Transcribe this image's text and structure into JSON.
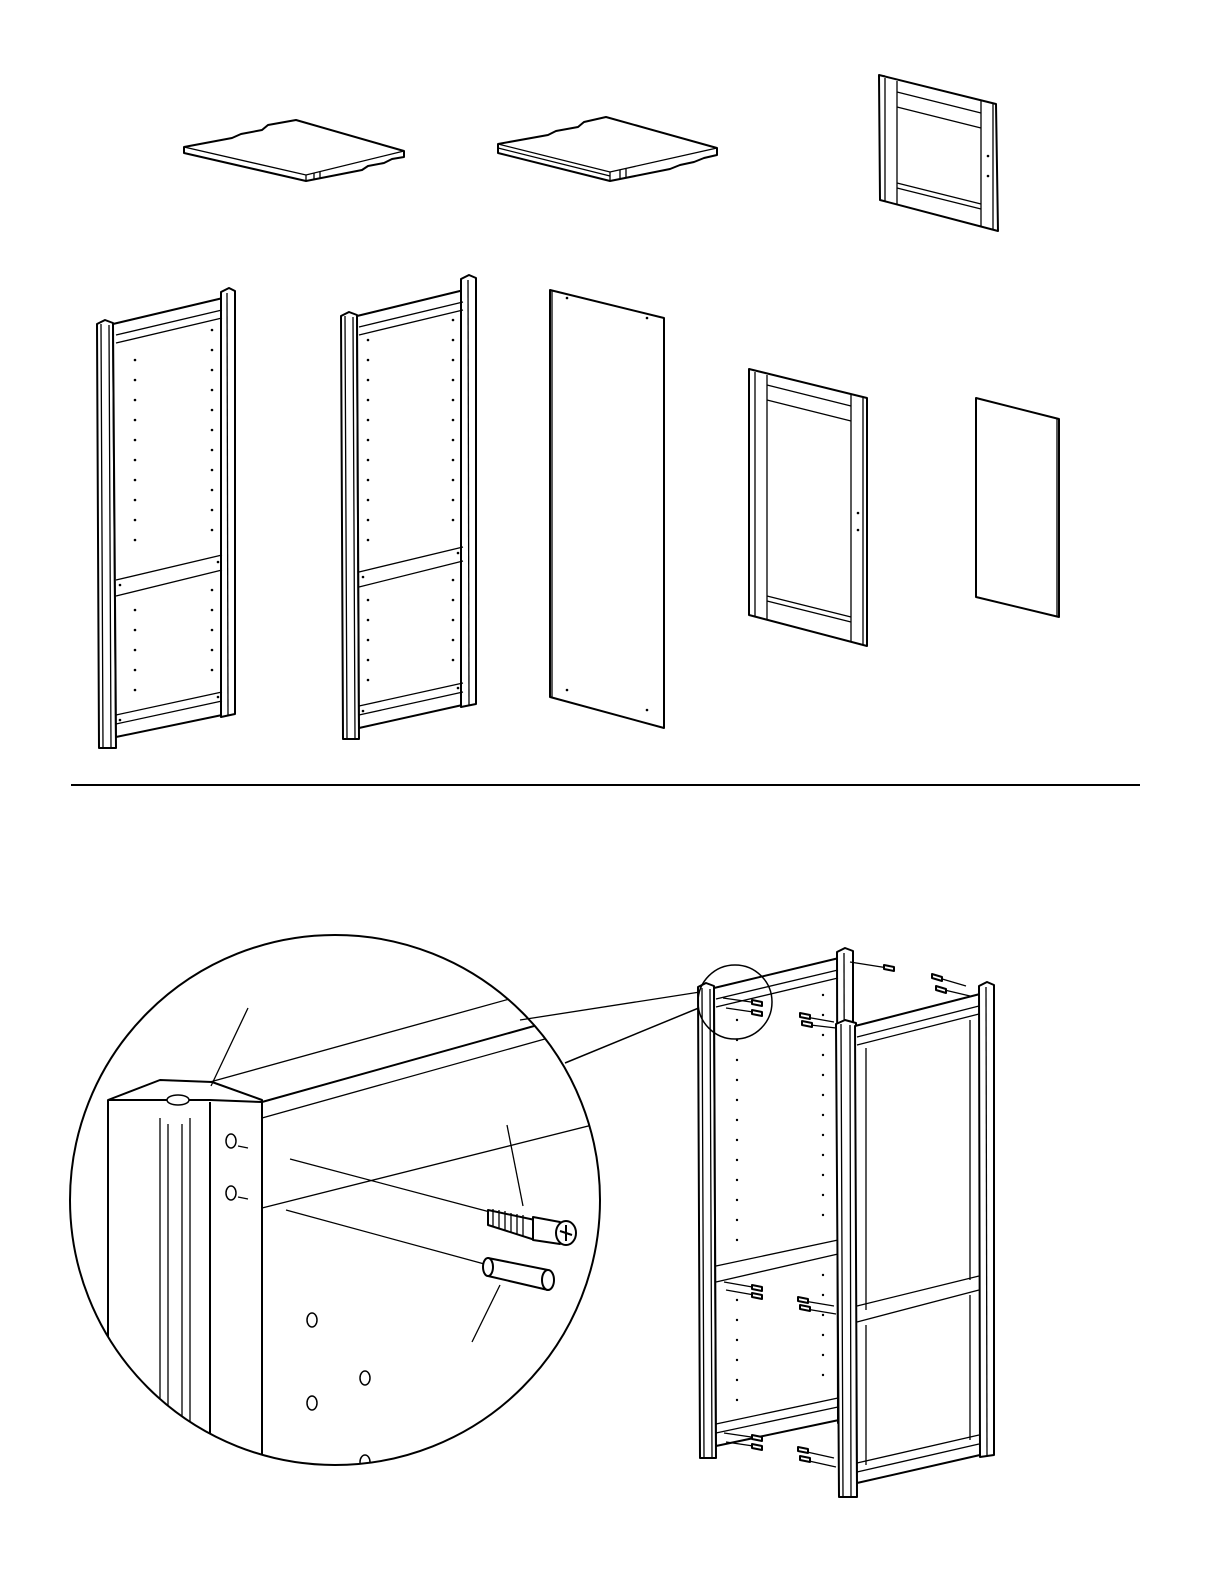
{
  "page": {
    "background": "#ffffff",
    "line_color": "#000000"
  },
  "parts_section": {
    "items": [
      {
        "name": "shelf-panel"
      },
      {
        "name": "shelf-panel-with-front-edge"
      },
      {
        "name": "small-door-frame"
      },
      {
        "name": "side-frame-left"
      },
      {
        "name": "side-frame-right"
      },
      {
        "name": "back-panel"
      },
      {
        "name": "tall-door-frame"
      },
      {
        "name": "glass-panel"
      }
    ]
  },
  "assembly_step": {
    "detail_callout": "zoomed-corner",
    "fittings": [
      "cam-lock-bolt",
      "wooden-dowel"
    ]
  }
}
